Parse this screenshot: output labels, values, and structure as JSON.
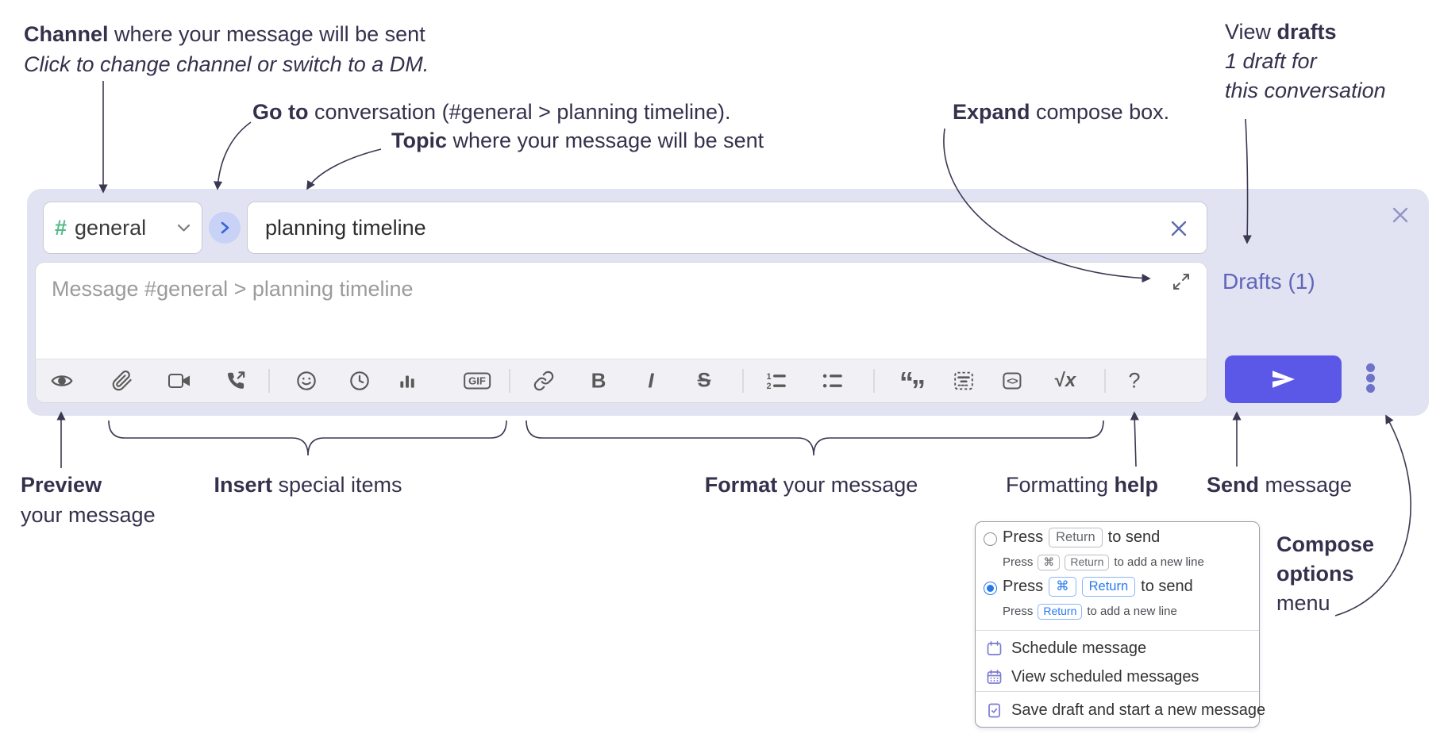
{
  "annotations": {
    "channel": {
      "bold": "Channel",
      "rest": " where your message will be sent",
      "line2": "Click to change channel or switch to a DM."
    },
    "goto": {
      "bold": "Go to",
      "rest": " conversation (#general > planning timeline)."
    },
    "topic": {
      "bold": "Topic",
      "rest": " where your message will be sent"
    },
    "expand": {
      "bold": "Expand",
      "rest": " compose box."
    },
    "view_drafts": {
      "pre": "View ",
      "bold": "drafts",
      "line2": "1 draft for",
      "line3": "this conversation"
    },
    "preview": {
      "bold": "Preview",
      "line2": "your message"
    },
    "insert": {
      "bold": "Insert",
      "rest": " special items"
    },
    "format": {
      "bold": "Format",
      "rest": " your message"
    },
    "formatting_help": {
      "pre": "Formatting ",
      "bold": "help"
    },
    "send": {
      "bold": "Send",
      "rest": " message"
    },
    "compose_options": {
      "line1": "Compose",
      "line2": "options",
      "line3": "menu"
    }
  },
  "compose": {
    "hash": "#",
    "channel": "general",
    "topic_value": "planning timeline",
    "message_placeholder": "Message #general > planning timeline",
    "drafts_link": "Drafts (1)",
    "toolbar": {
      "icons": [
        "preview-eye",
        "attach-file",
        "add-video-call",
        "add-voice-call",
        "add-emoji",
        "add-global-time",
        "add-poll",
        "add-gif",
        "insert-link",
        "bold",
        "italic",
        "strikethrough",
        "numbered-list",
        "bulleted-list",
        "quote",
        "spoiler",
        "code",
        "math",
        "help"
      ],
      "bold_label": "B",
      "italic_label": "I",
      "strike_label": "S",
      "gif_label": "GIF",
      "code_label": "<>",
      "math_sqrt": "√",
      "math_x": "x",
      "help_label": "?"
    }
  },
  "popup": {
    "option1": {
      "press": "Press",
      "key_return": "Return",
      "tail": "to send",
      "sub_press": "Press",
      "sub_key_cmd": "⌘",
      "sub_key_return": "Return",
      "sub_tail": "to add a new line"
    },
    "option2": {
      "press": "Press",
      "key_cmd": "⌘",
      "key_return": "Return",
      "tail": "to send",
      "sub_press": "Press",
      "sub_key_return": "Return",
      "sub_tail": "to add a new line"
    },
    "menu_items": [
      {
        "label": "Schedule message"
      },
      {
        "label": "View scheduled messages"
      },
      {
        "label": "Save draft and start a new message"
      }
    ]
  },
  "colors": {
    "container_bg": "#e1e3f2",
    "send_button": "#5b58e7",
    "drafts_link": "#6065ba",
    "hash_green": "#55bb87",
    "go_chevron_blue": "#3a62d9",
    "key_blue": "#2879f0",
    "menu_icon_purple": "#7c7bd4",
    "annotation_text": "#35314c"
  }
}
